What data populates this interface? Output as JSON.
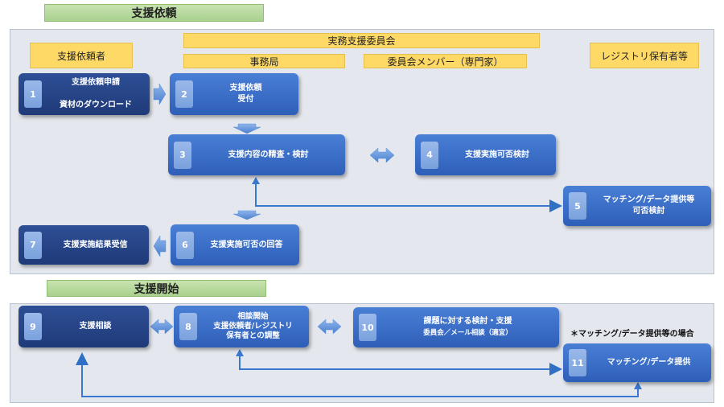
{
  "sections": {
    "request_title": "支援依頼",
    "start_title": "支援開始"
  },
  "roles": {
    "requester": "支援依頼者",
    "committee": "実務支援委員会",
    "secretariat": "事務局",
    "members": "委員会メンバー（専門家）",
    "registry": "レジストリ保有者等"
  },
  "steps": [
    {
      "num": "1",
      "label": "支援依頼申請\n\n資材のダウンロード"
    },
    {
      "num": "2",
      "label": "支援依頼\n受付"
    },
    {
      "num": "3",
      "label": "支援内容の精査・検討"
    },
    {
      "num": "4",
      "label": "支援実施可否検討"
    },
    {
      "num": "5",
      "label": "マッチング/データ提供等\n可否検討"
    },
    {
      "num": "6",
      "label": "支援実施可否の回答"
    },
    {
      "num": "7",
      "label": "支援実施結果受信"
    },
    {
      "num": "9",
      "label": "支援相談"
    },
    {
      "num": "8",
      "label": "相談開始\n支援依頼者/レジストリ\n保有者との調整"
    },
    {
      "num": "10",
      "label": "課題に対する検討・支援",
      "sub": "委員会／メール相談（適宜）"
    },
    {
      "num": "11",
      "label": "マッチング/データ提供"
    }
  ],
  "note": "＊マッチング/データ提供等の場合",
  "colors": {
    "step_mid": "#3a6ec8",
    "step_dark": "#243f83",
    "role": "#ffd966",
    "section": "#a9d18e",
    "arrow": "#4a86d4"
  }
}
